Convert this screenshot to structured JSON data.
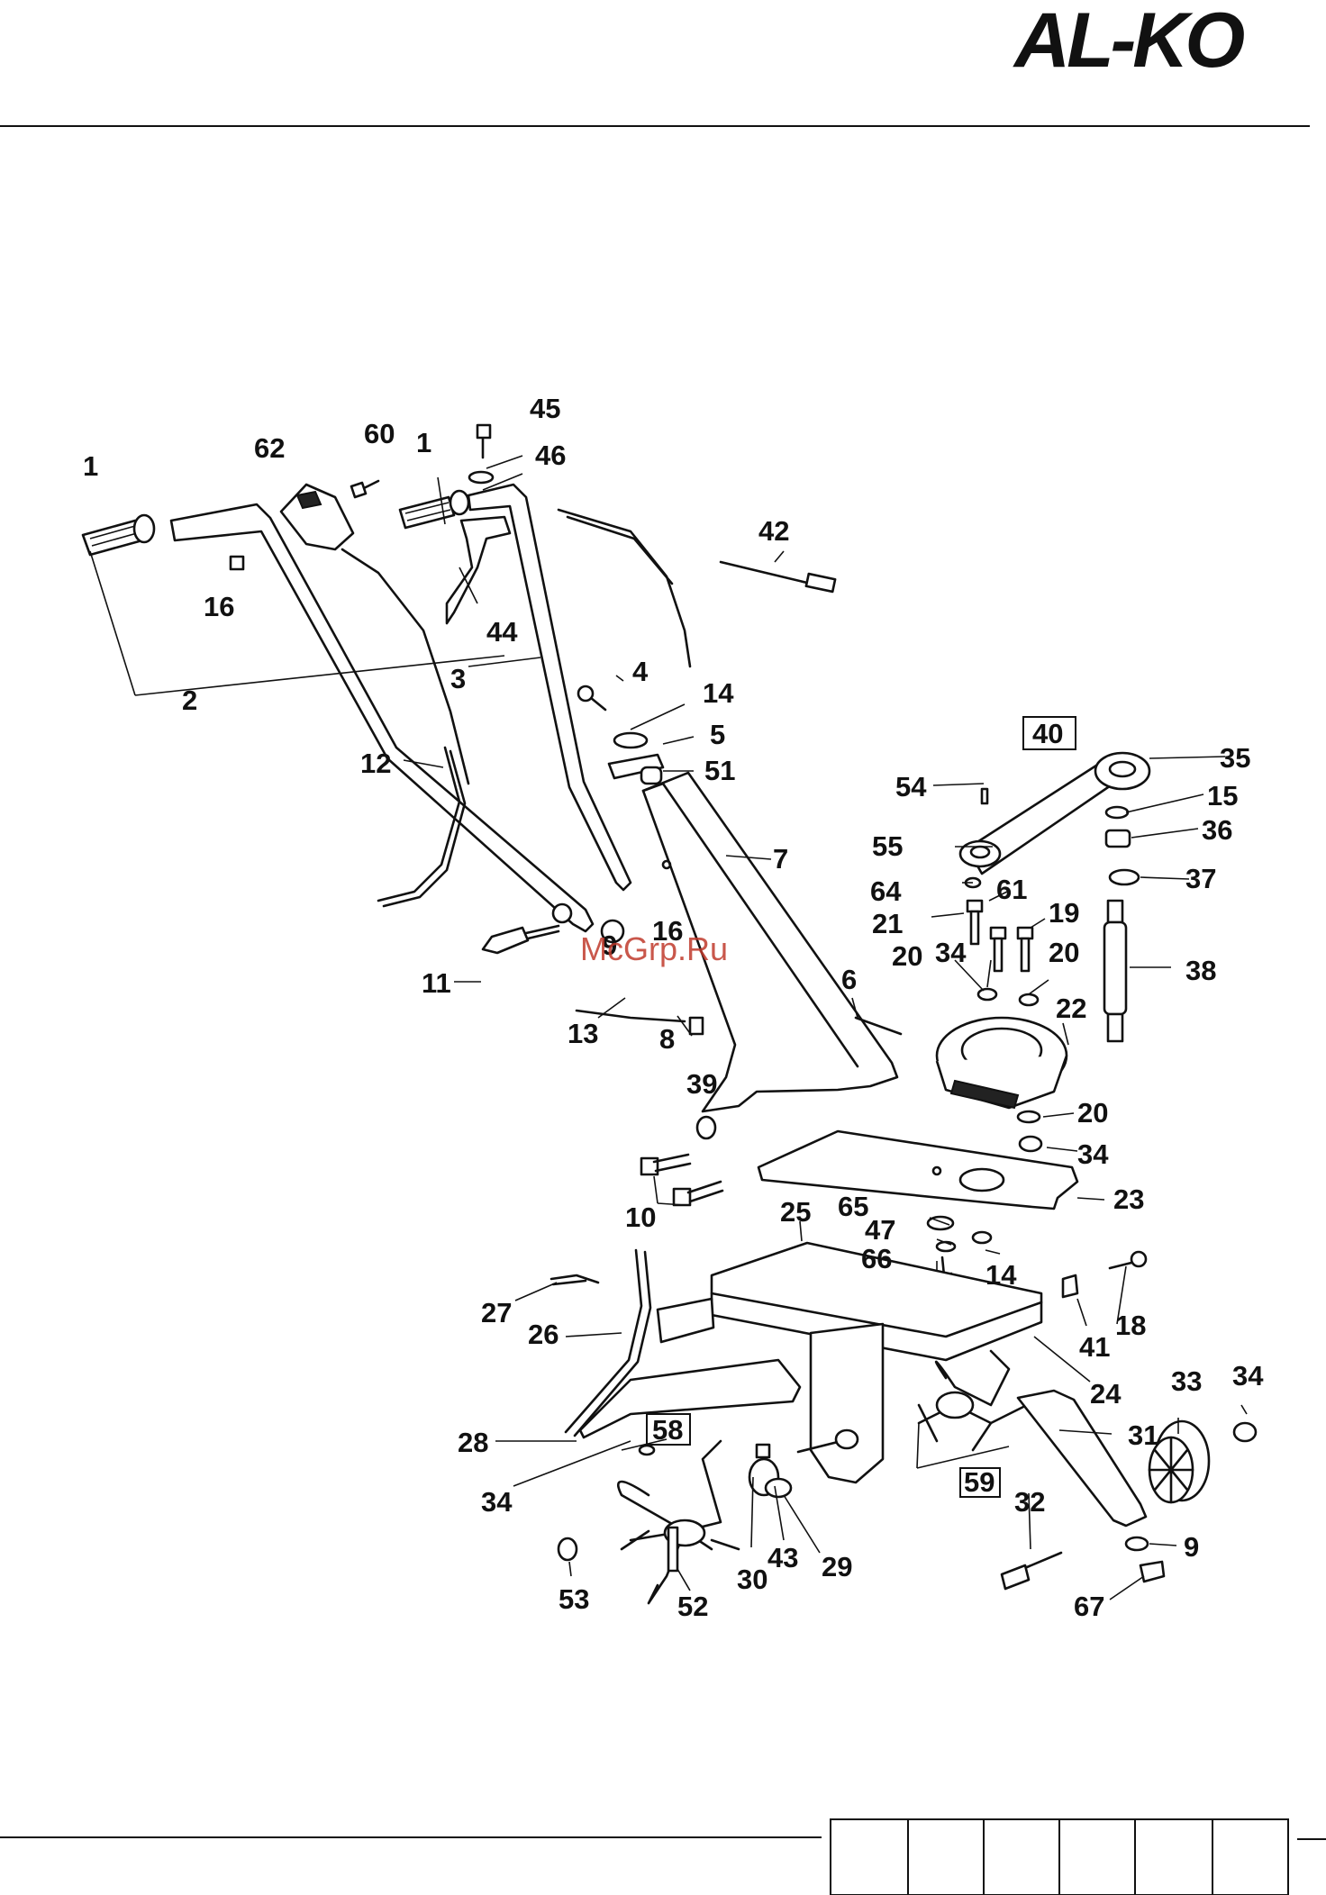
{
  "header": {
    "brand_logo_text": "AL-KO"
  },
  "watermark": "McGrp.Ru",
  "callouts": [
    {
      "id": "c1a",
      "text": "1"
    },
    {
      "id": "c2",
      "text": "2"
    },
    {
      "id": "c62",
      "text": "62"
    },
    {
      "id": "c60",
      "text": "60"
    },
    {
      "id": "c1b",
      "text": "1"
    },
    {
      "id": "c45",
      "text": "45"
    },
    {
      "id": "c46",
      "text": "46"
    },
    {
      "id": "c42",
      "text": "42"
    },
    {
      "id": "c16a",
      "text": "16"
    },
    {
      "id": "c44",
      "text": "44"
    },
    {
      "id": "c3",
      "text": "3"
    },
    {
      "id": "c4",
      "text": "4"
    },
    {
      "id": "c14a",
      "text": "14"
    },
    {
      "id": "c5",
      "text": "5"
    },
    {
      "id": "c51",
      "text": "51"
    },
    {
      "id": "c12",
      "text": "12"
    },
    {
      "id": "c7",
      "text": "7"
    },
    {
      "id": "c35",
      "text": "35"
    },
    {
      "id": "c54",
      "text": "54"
    },
    {
      "id": "c15",
      "text": "15"
    },
    {
      "id": "c36",
      "text": "36"
    },
    {
      "id": "c55",
      "text": "55"
    },
    {
      "id": "c37",
      "text": "37"
    },
    {
      "id": "c64",
      "text": "64"
    },
    {
      "id": "c61",
      "text": "61"
    },
    {
      "id": "c19",
      "text": "19"
    },
    {
      "id": "c21",
      "text": "21"
    },
    {
      "id": "c9a",
      "text": "9"
    },
    {
      "id": "c16b",
      "text": "16"
    },
    {
      "id": "c34a",
      "text": "34"
    },
    {
      "id": "c20a",
      "text": "20"
    },
    {
      "id": "c20b",
      "text": "20"
    },
    {
      "id": "c38",
      "text": "38"
    },
    {
      "id": "c11",
      "text": "11"
    },
    {
      "id": "c6",
      "text": "6"
    },
    {
      "id": "c22",
      "text": "22"
    },
    {
      "id": "c13",
      "text": "13"
    },
    {
      "id": "c8",
      "text": "8"
    },
    {
      "id": "c39",
      "text": "39"
    },
    {
      "id": "c20c",
      "text": "20"
    },
    {
      "id": "c34b",
      "text": "34"
    },
    {
      "id": "c10",
      "text": "10"
    },
    {
      "id": "c23",
      "text": "23"
    },
    {
      "id": "c25",
      "text": "25"
    },
    {
      "id": "c65",
      "text": "65"
    },
    {
      "id": "c47",
      "text": "47"
    },
    {
      "id": "c66",
      "text": "66"
    },
    {
      "id": "c14b",
      "text": "14"
    },
    {
      "id": "c27",
      "text": "27"
    },
    {
      "id": "c18",
      "text": "18"
    },
    {
      "id": "c26",
      "text": "26"
    },
    {
      "id": "c41",
      "text": "41"
    },
    {
      "id": "c24",
      "text": "24"
    },
    {
      "id": "c33",
      "text": "33"
    },
    {
      "id": "c34c",
      "text": "34"
    },
    {
      "id": "c28",
      "text": "28"
    },
    {
      "id": "c31",
      "text": "31"
    },
    {
      "id": "c34d",
      "text": "34"
    },
    {
      "id": "c43",
      "text": "43"
    },
    {
      "id": "c29",
      "text": "29"
    },
    {
      "id": "c32",
      "text": "32"
    },
    {
      "id": "c9b",
      "text": "9"
    },
    {
      "id": "c30",
      "text": "30"
    },
    {
      "id": "c53",
      "text": "53"
    },
    {
      "id": "c52",
      "text": "52"
    },
    {
      "id": "c67",
      "text": "67"
    }
  ],
  "boxed_callouts": [
    {
      "id": "b40",
      "text": "40"
    },
    {
      "id": "b58",
      "text": "58"
    },
    {
      "id": "b59",
      "text": "59"
    }
  ]
}
